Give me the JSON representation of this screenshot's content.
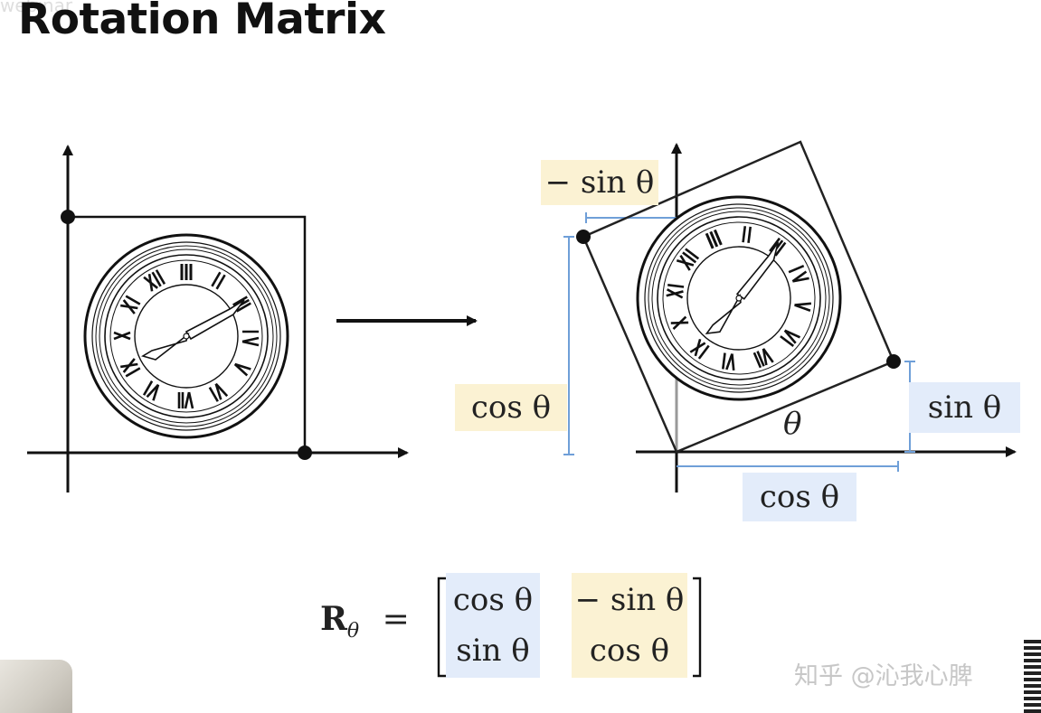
{
  "title": "Rotation Matrix",
  "top_watermark": "webinar",
  "labels": {
    "neg_sin": "− sin θ",
    "cos_left": "cos θ",
    "sin_right": "sin θ",
    "theta": "θ",
    "cos_bottom": "cos θ"
  },
  "matrix": {
    "symbol": "R",
    "subscript": "θ",
    "equals": "=",
    "entries": [
      [
        "cos θ",
        "− sin θ"
      ],
      [
        "sin θ",
        "cos θ"
      ]
    ]
  },
  "site_watermark": "知乎 @沁我心脾",
  "colors": {
    "highlight_yellow": "#fbf2d3",
    "highlight_blue": "#e3ecfa",
    "guide_line": "#6f9fd8",
    "ink": "#111111"
  }
}
